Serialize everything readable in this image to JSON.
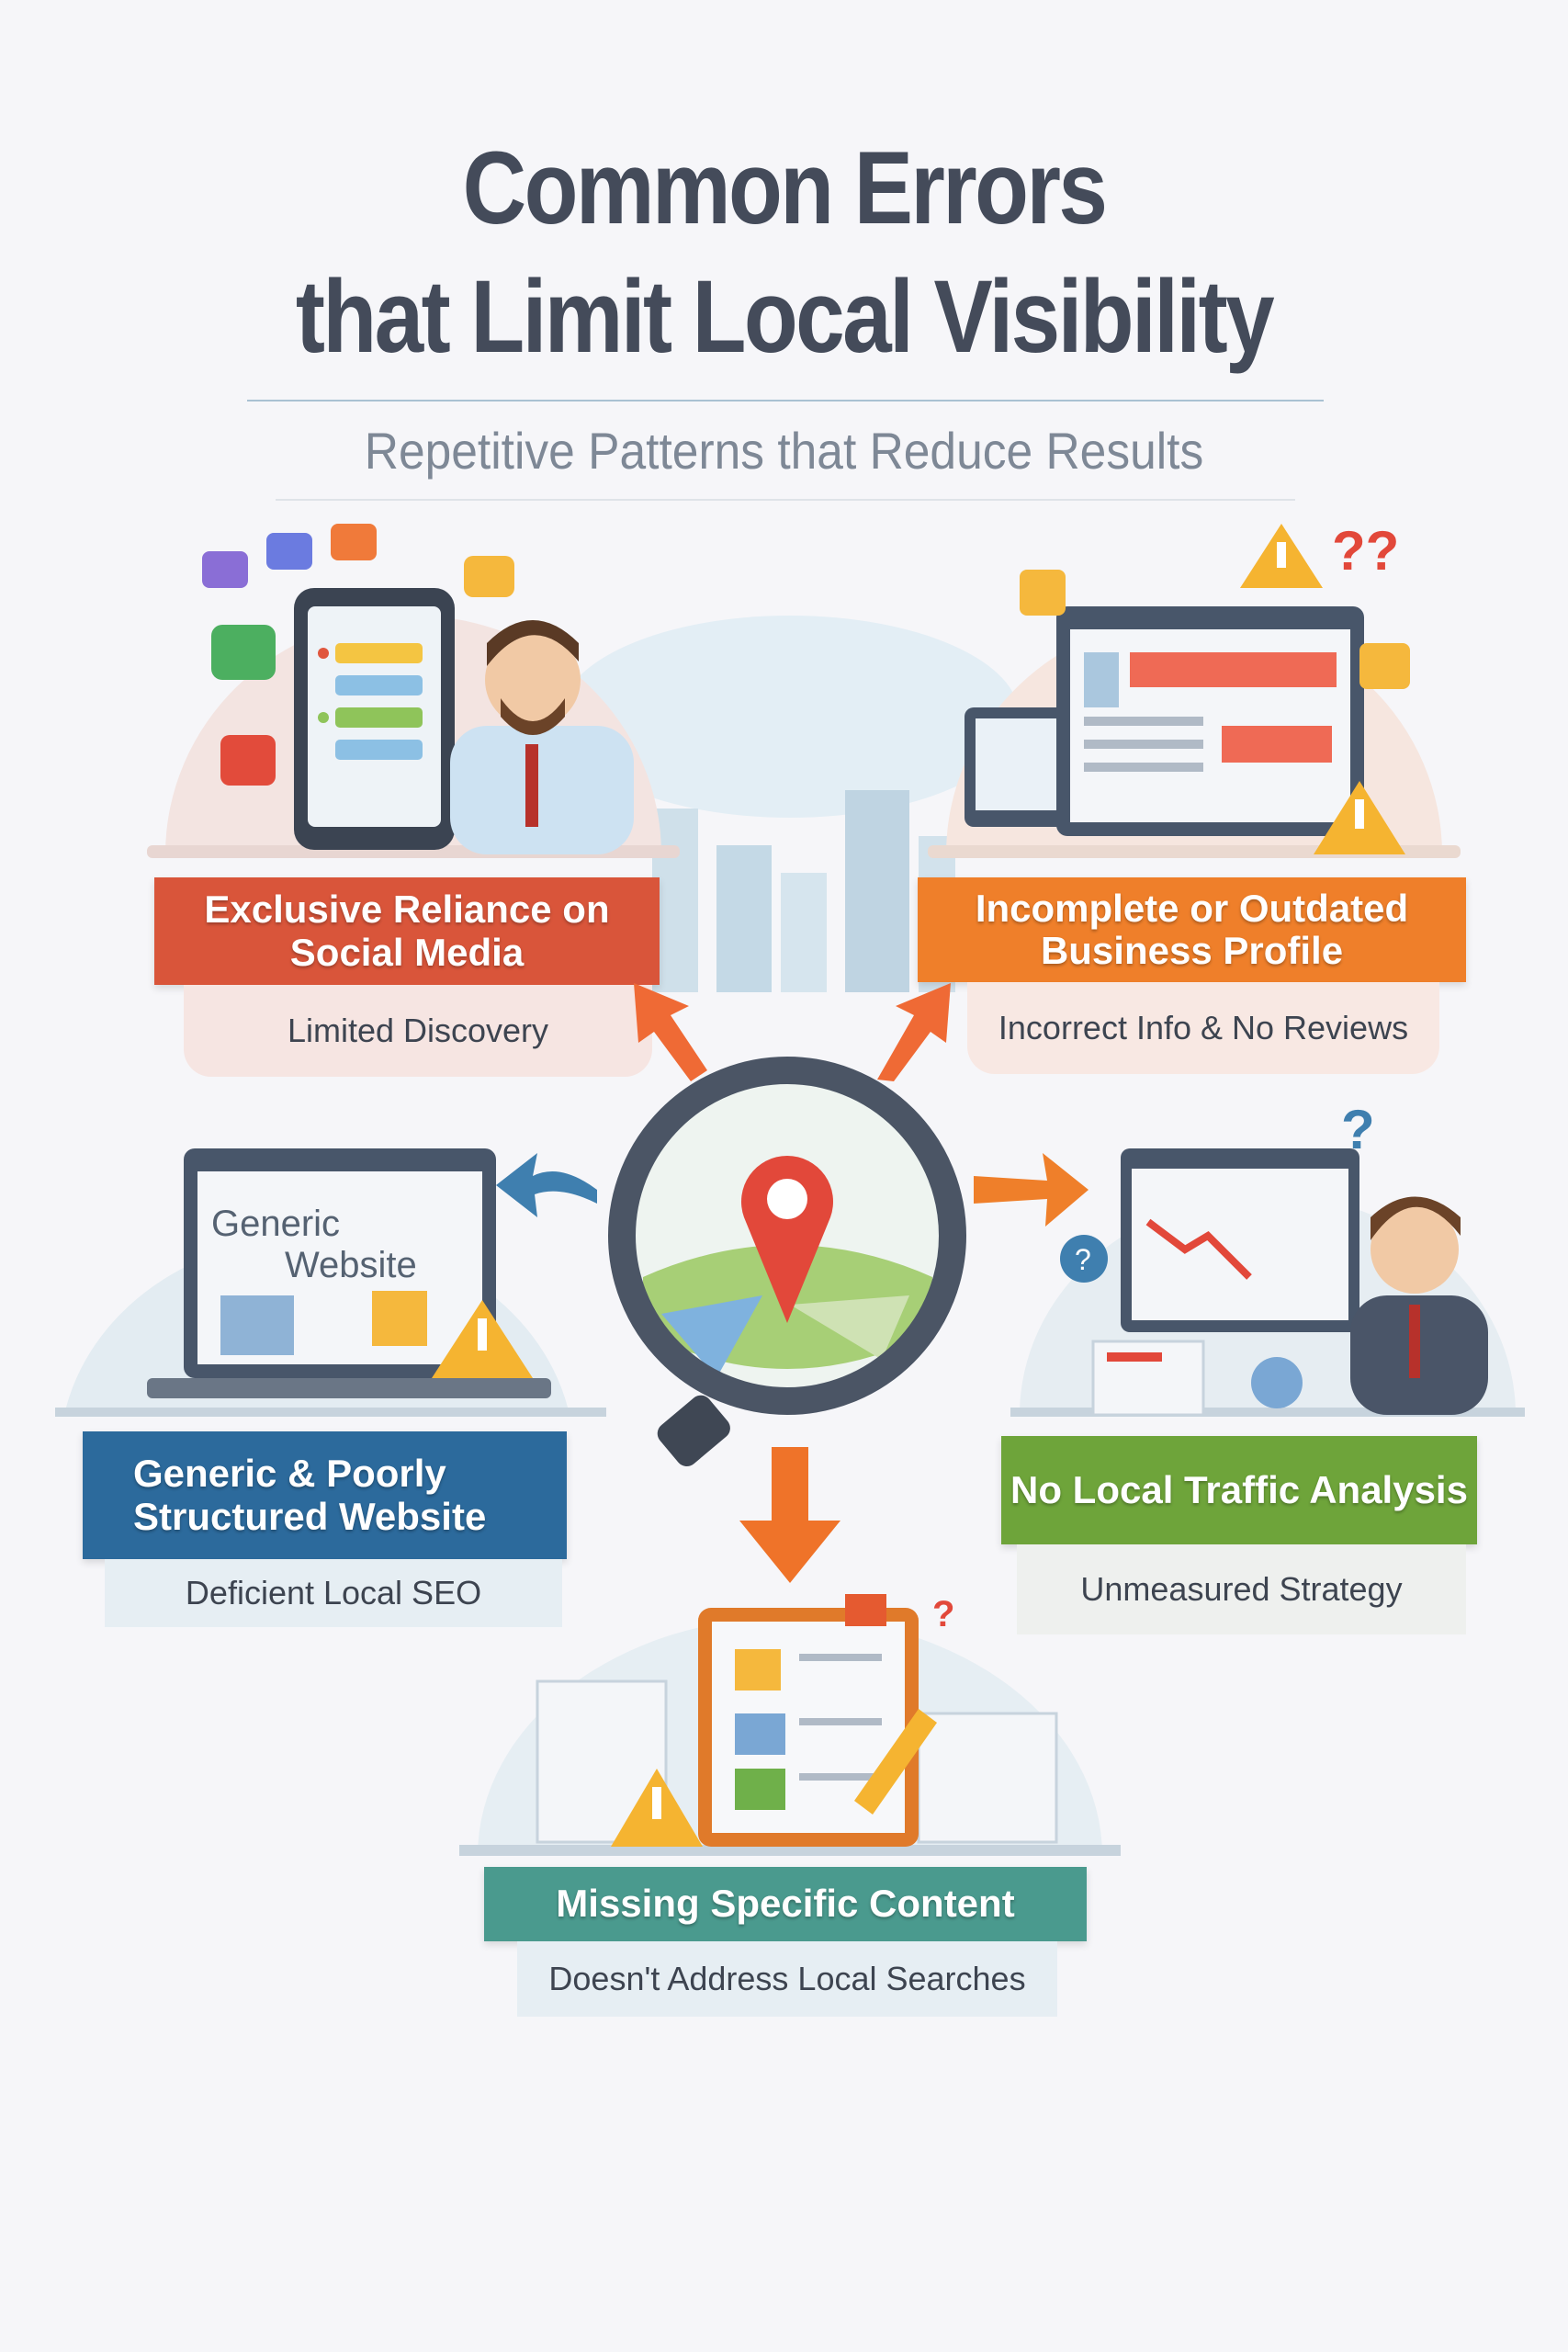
{
  "header": {
    "title_line1": "Common Errors",
    "title_line2": "that Limit Local Visibility",
    "subtitle": "Repetitive Patterns that Reduce Results"
  },
  "errors": [
    {
      "title_line1": "Exclusive Reliance on",
      "title_line2": "Social Media",
      "subtitle": "Limited Discovery",
      "color": "#d9553a"
    },
    {
      "title_line1": "Incomplete or Outdated",
      "title_line2": "Business Profile",
      "subtitle": "Incorrect Info & No Reviews",
      "color": "#ef7f2a"
    },
    {
      "title_line1": "Generic & Poorly",
      "title_line2": "Structured Website",
      "subtitle": "Deficient Local SEO",
      "color": "#2c6a9c"
    },
    {
      "title_line1": "No Local Traffic Analysis",
      "subtitle": "Unmeasured Strategy",
      "color": "#6ea43a"
    },
    {
      "title_line1": "Missing Specific Content",
      "subtitle": "Doesn't Address Local Searches",
      "color": "#4a9a8e"
    }
  ],
  "illustrations": {
    "website_screen_line1": "Generic",
    "website_screen_line2": "Website"
  }
}
